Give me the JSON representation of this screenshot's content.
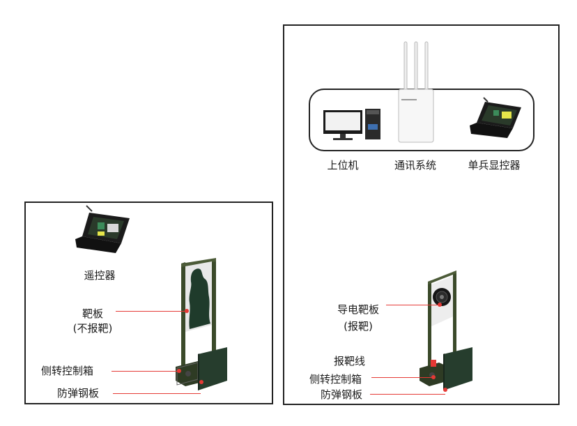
{
  "left_panel": {
    "remote_label": "遥控器",
    "target_label_line1": "靶板",
    "target_label_line2": "(不报靶)",
    "control_box_label": "侧转控制箱",
    "armor_label": "防弹钢板"
  },
  "right_panel": {
    "host_label": "上位机",
    "comm_label": "通讯系统",
    "handheld_label": "单兵显控器",
    "target_label_line1": "导电靶板",
    "target_label_line2": "(报靶)",
    "report_wire_label": "报靶线",
    "control_box_label": "侧转控制箱",
    "armor_label": "防弹钢板"
  },
  "colors": {
    "leader": "#e53935",
    "frame_green": "#3b4a2a",
    "plate_green": "#1f3b2b"
  }
}
